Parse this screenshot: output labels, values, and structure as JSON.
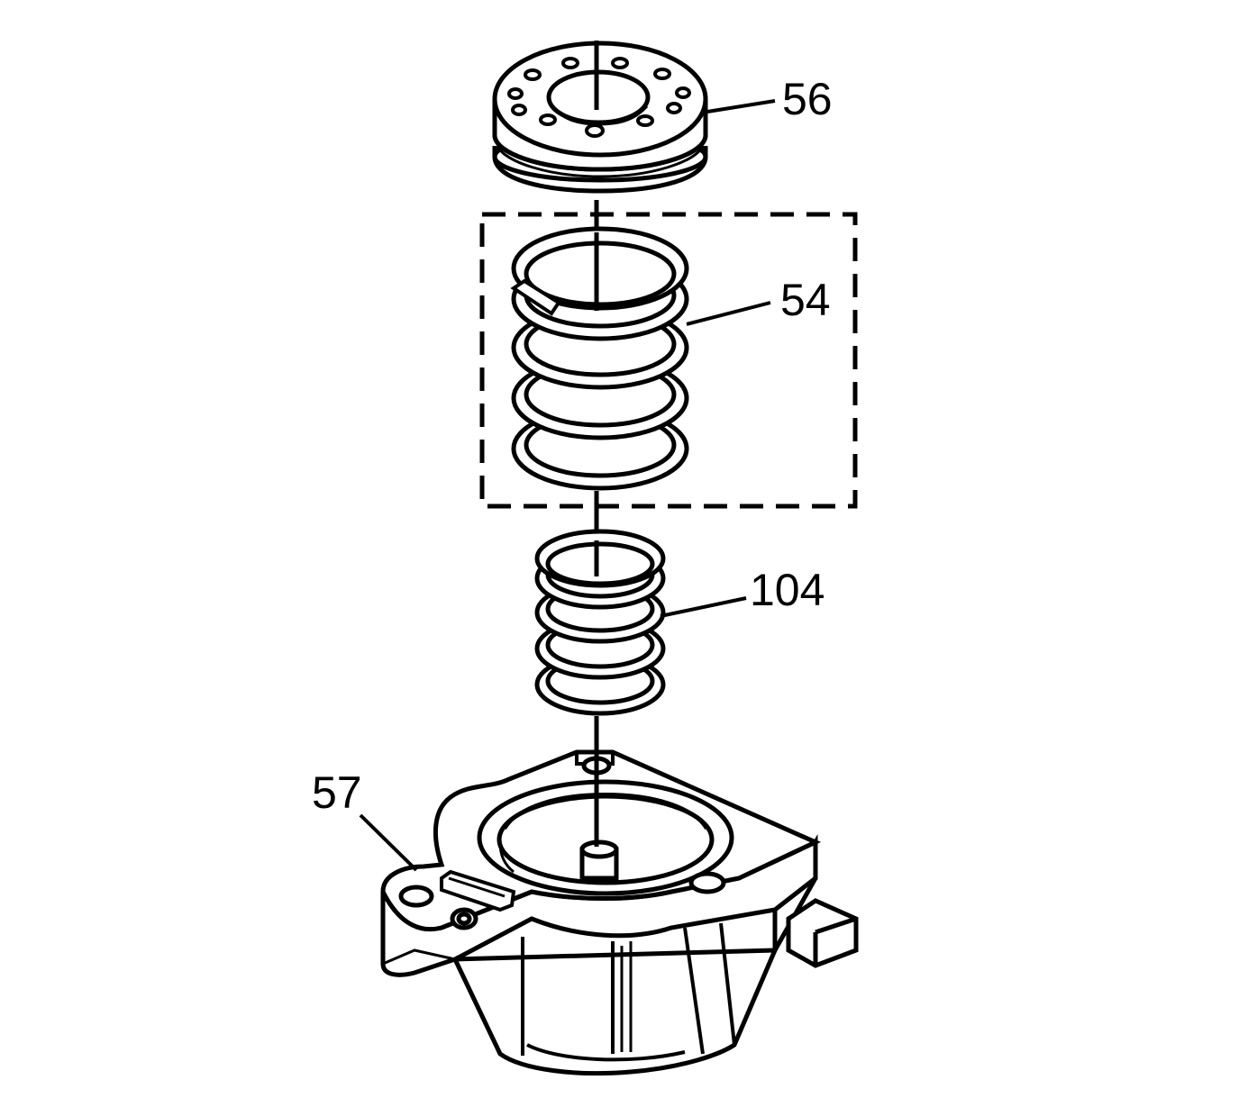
{
  "callouts": {
    "retainer": "56",
    "outer_spring": "54",
    "inner_spring": "104",
    "housing": "57"
  },
  "colors": {
    "ink": "#000000",
    "paper": "#ffffff"
  }
}
